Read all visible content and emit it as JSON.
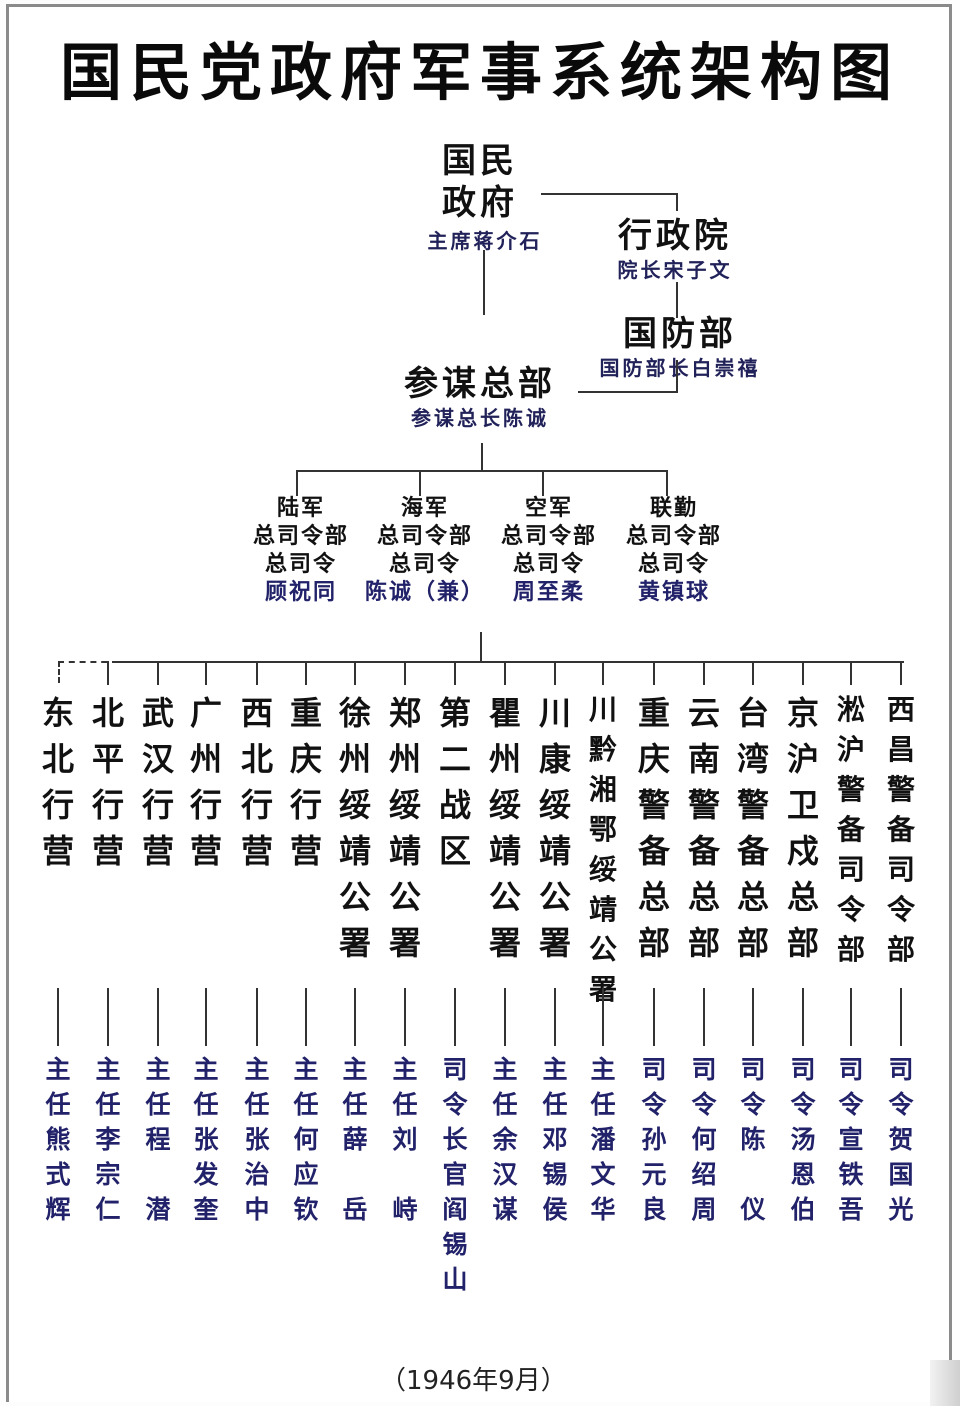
{
  "title": "国民党政府军事系统架构图",
  "top": {
    "government": {
      "name_line1": "国民",
      "name_line2": "政府",
      "leader": "主席蒋介石"
    },
    "executive_yuan": {
      "name": "行政院",
      "leader": "院长宋子文"
    },
    "defense_ministry": {
      "name": "国防部",
      "leader": "国防部长白崇禧"
    },
    "general_staff": {
      "name": "参谋总部",
      "leader": "参谋总长陈诚"
    }
  },
  "services": [
    {
      "branch": "陆军",
      "hq": "总司令部",
      "role": "总司令",
      "leader": "顾祝同"
    },
    {
      "branch": "海军",
      "hq": "总司令部",
      "role": "总司令",
      "leader": "陈诚（兼）"
    },
    {
      "branch": "空军",
      "hq": "总司令部",
      "role": "总司令",
      "leader": "周至柔"
    },
    {
      "branch": "联勤",
      "hq": "总司令部",
      "role": "总司令",
      "leader": "黄镇球"
    }
  ],
  "units": [
    {
      "name": "东北行营",
      "commander": [
        "主",
        "任",
        "熊",
        "式",
        "辉"
      ]
    },
    {
      "name": "北平行营",
      "commander": [
        "主",
        "任",
        "李",
        "宗",
        "仁"
      ]
    },
    {
      "name": "武汉行营",
      "commander": [
        "主",
        "任",
        "程",
        "",
        "潜"
      ]
    },
    {
      "name": "广州行营",
      "commander": [
        "主",
        "任",
        "张",
        "发",
        "奎"
      ]
    },
    {
      "name": "西北行营",
      "commander": [
        "主",
        "任",
        "张",
        "治",
        "中"
      ]
    },
    {
      "name": "重庆行营",
      "commander": [
        "主",
        "任",
        "何",
        "应",
        "钦"
      ]
    },
    {
      "name": "徐州绥靖公署",
      "commander": [
        "主",
        "任",
        "薛",
        "",
        "岳"
      ]
    },
    {
      "name": "郑州绥靖公署",
      "commander": [
        "主",
        "任",
        "刘",
        "",
        "峙"
      ]
    },
    {
      "name": "第二战区",
      "commander": [
        "司",
        "令",
        "长",
        "官",
        "阎",
        "锡",
        "山"
      ]
    },
    {
      "name": "瞿州绥靖公署",
      "commander": [
        "主",
        "任",
        "余",
        "汉",
        "谋"
      ]
    },
    {
      "name": "川康绥靖公署",
      "commander": [
        "主",
        "任",
        "邓",
        "锡",
        "侯"
      ]
    },
    {
      "name": "川黔湘鄂绥靖公署",
      "commander": [
        "主",
        "任",
        "潘",
        "文",
        "华"
      ]
    },
    {
      "name": "重庆警备总部",
      "commander": [
        "司",
        "令",
        "孙",
        "元",
        "良"
      ]
    },
    {
      "name": "云南警备总部",
      "commander": [
        "司",
        "令",
        "何",
        "绍",
        "周"
      ]
    },
    {
      "name": "台湾警备总部",
      "commander": [
        "司",
        "令",
        "陈",
        "",
        "仪"
      ]
    },
    {
      "name": "京沪卫戍总部",
      "commander": [
        "司",
        "令",
        "汤",
        "恩",
        "伯"
      ]
    },
    {
      "name": "淞沪警备司令部",
      "commander": [
        "司",
        "令",
        "宣",
        "铁",
        "吾"
      ]
    },
    {
      "name": "西昌警备司令部",
      "commander": [
        "司",
        "令",
        "贺",
        "国",
        "光"
      ]
    }
  ],
  "footer": {
    "date": "（1946年9月）"
  },
  "colors": {
    "text": "#111111",
    "leader_text": "#22226a",
    "line": "#333333",
    "frame": "#8a8a8a"
  }
}
